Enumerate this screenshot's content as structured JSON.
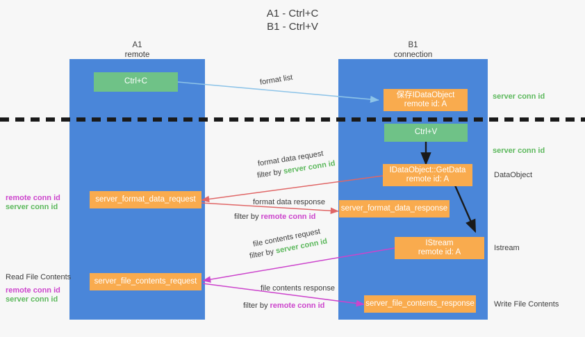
{
  "title": "A1 - Ctrl+C\nB1 - Ctrl+V",
  "columns": [
    {
      "name": "A1",
      "role": "remote",
      "header": "A1\nremote"
    },
    {
      "name": "B1",
      "role": "connection",
      "header": "B1\nconnection"
    }
  ],
  "colors": {
    "background": "#f7f7f7",
    "band": "#4a86d9",
    "green_box": "#6fc287",
    "orange_box": "#f9ab4e",
    "server_conn_id": "#5cb85c",
    "remote_conn_id": "#cc44cc",
    "arrow_format_list": "#8ec4e8",
    "arrow_format_data": "#e06666",
    "arrow_file_contents": "#cc44cc",
    "arrow_internal": "#1a1a1a",
    "divider": "#1a1a1a"
  },
  "boxes": [
    {
      "id": "ctrl-c",
      "label": "Ctrl+C",
      "style": "green",
      "column": "A1"
    },
    {
      "id": "save-idataobject",
      "label": "保存IDataObject\nremote id: A",
      "style": "orange",
      "column": "B1"
    },
    {
      "id": "ctrl-v",
      "label": "Ctrl+V",
      "style": "green",
      "column": "B1"
    },
    {
      "id": "idataobject-getdata",
      "label": "IDataObject::GetData\nremote id: A",
      "style": "orange",
      "column": "B1"
    },
    {
      "id": "server-format-data-request",
      "label": "server_format_data_request",
      "style": "orange",
      "column": "A1"
    },
    {
      "id": "server-format-data-response",
      "label": "server_format_data_response",
      "style": "orange",
      "column": "B1"
    },
    {
      "id": "istream",
      "label": "IStream\nremote id: A",
      "style": "orange",
      "column": "B1"
    },
    {
      "id": "server-file-contents-request",
      "label": "server_file_contents_request",
      "style": "orange",
      "column": "A1"
    },
    {
      "id": "server-file-contents-response",
      "label": "server_file_contents_response",
      "style": "orange",
      "column": "B1"
    }
  ],
  "arrow_labels": {
    "format_list": "format list",
    "format_data_request": "format data request",
    "format_data_request_filter_prefix": "filter by ",
    "format_data_request_filter_key": "server conn id",
    "format_data_response": "format data response",
    "format_data_response_filter_prefix": "filter by ",
    "format_data_response_filter_key": "remote conn id",
    "file_contents_request": "file contents request",
    "file_contents_request_filter_prefix": "filter by ",
    "file_contents_request_filter_key": "server conn id",
    "file_contents_response": "file contents response",
    "file_contents_response_filter_prefix": "filter by ",
    "file_contents_response_filter_key": "remote conn id"
  },
  "right_annotations": [
    {
      "id": "server-conn-id-top",
      "text": "server conn id",
      "kind": "server"
    },
    {
      "id": "server-conn-id-mid",
      "text": "server conn id",
      "kind": "server"
    },
    {
      "id": "dataobject",
      "text": "DataObject",
      "kind": "plain"
    },
    {
      "id": "istream-note",
      "text": "Istream",
      "kind": "plain"
    },
    {
      "id": "write-file-contents",
      "text": "Write File Contents",
      "kind": "plain"
    }
  ],
  "left_annotations": [
    {
      "id": "format-ids",
      "remote": "remote conn id",
      "server": "server conn id"
    },
    {
      "id": "read-file-contents",
      "heading": "Read File Contents",
      "remote": "remote conn id",
      "server": "server conn id"
    }
  ]
}
